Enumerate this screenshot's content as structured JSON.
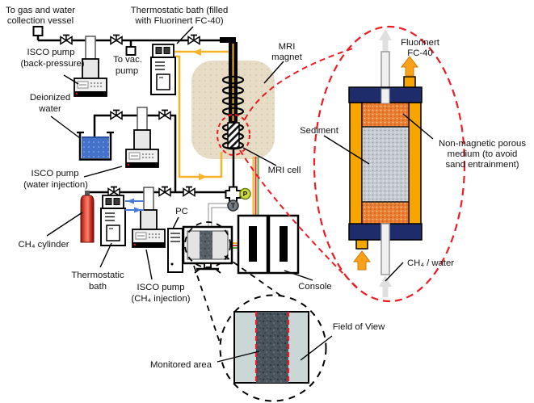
{
  "labels": {
    "collection_vessel": {
      "l1": "To gas and water",
      "l2": "collection vessel"
    },
    "thermo_bath_mri": {
      "l1": "Thermostatic bath (filled",
      "l2": "with Fluorinert FC-40)"
    },
    "isco_backpressure": {
      "l1": "ISCO pump",
      "l2": "(back-pressure)"
    },
    "vac_pump": {
      "l1": "To vac.",
      "l2": "pump"
    },
    "deionized": {
      "l1": "Deionized",
      "l2": "water"
    },
    "isco_water": {
      "l1": "ISCO pump",
      "l2": "(water injection)"
    },
    "ch4_cylinder": "CH₄ cylinder",
    "thermo_bath2": {
      "l1": "Thermostatic",
      "l2": "bath"
    },
    "isco_ch4": {
      "l1": "ISCO pump",
      "l2": "(CH₄ injection)"
    },
    "pc": "PC",
    "mri_magnet": {
      "l1": "MRI",
      "l2": "magnet"
    },
    "mri_cell": "MRI cell",
    "console": "Console",
    "sediment": "Sediment",
    "fluorinert": {
      "l1": "Fluorinert",
      "l2": "FC-40"
    },
    "porous": {
      "l1": "Non-magnetic porous",
      "l2": "medium (to avoid",
      "l3": "sand entrainment)"
    },
    "ch4_water": "CH₄ / water",
    "monitored_area": "Monitored area",
    "field_of_view": "Field of View",
    "sensor_p": "P",
    "sensor_t": "T"
  },
  "colors": {
    "highlight_red": "#ED1C24",
    "fluorinert_yellow": "#F6B32B",
    "magnet_tan": "#E7DCC6",
    "cap_navy": "#1F2C6C",
    "cell_amber": "#F7A600",
    "porous_orange": "#ED7D31",
    "sediment_gray": "#C6CBD1",
    "water_blue": "#4472C8",
    "cylinder_red": "#C2271B",
    "coolant_blue": "#4A7CD6",
    "sensor_p_fill": "#CDDC39",
    "sensor_t_fill": "#737A80"
  }
}
